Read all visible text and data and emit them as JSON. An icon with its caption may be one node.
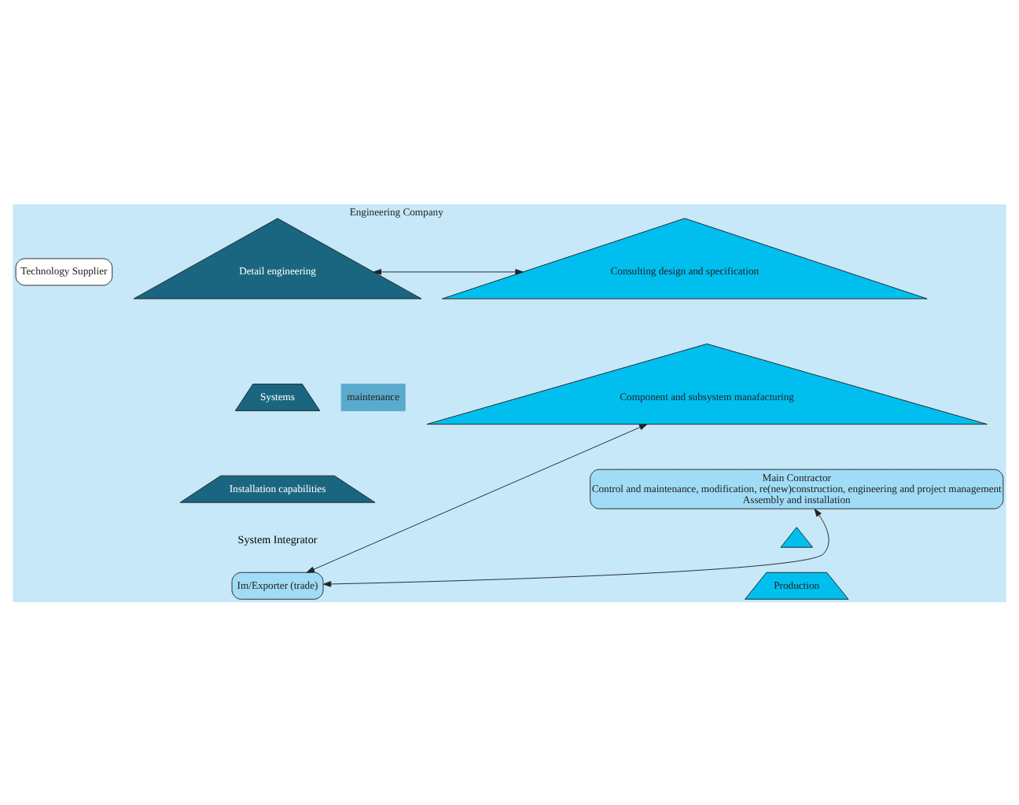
{
  "diagram": {
    "nodes": [
      {
        "text": [
          "Technology Supplier"
        ]
      },
      {
        "text": [
          "Detail engineering"
        ]
      },
      {
        "text": [
          "Consulting design and specification"
        ],
        "beside": [
          "Engineering Company"
        ]
      },
      {
        "text": [
          "Component and subsystem manafacturing"
        ]
      },
      {
        "text": [
          "Systems"
        ]
      },
      {
        "text": [
          "maintenance"
        ]
      },
      {
        "text": [
          "Main Contractor",
          "Control and maintenance, modification, re(new)construction, engineering and project management",
          "Assembly and installation"
        ]
      },
      {
        "text": [
          "Installation capabilities"
        ]
      },
      {
        "text": [],
        "shape": "triangle"
      },
      {
        "text": [
          "Production"
        ]
      },
      {
        "text": [
          "Im/Exporter (trade)"
        ]
      }
    ],
    "edges": [
      {
        "from": 1,
        "to": 2,
        "arrow": "both"
      },
      {
        "from": 3,
        "to": 10,
        "arrow": "both"
      },
      {
        "from": 10,
        "to": 6,
        "arrow": "both"
      }
    ],
    "labels": [
      "System Integrator"
    ]
  }
}
